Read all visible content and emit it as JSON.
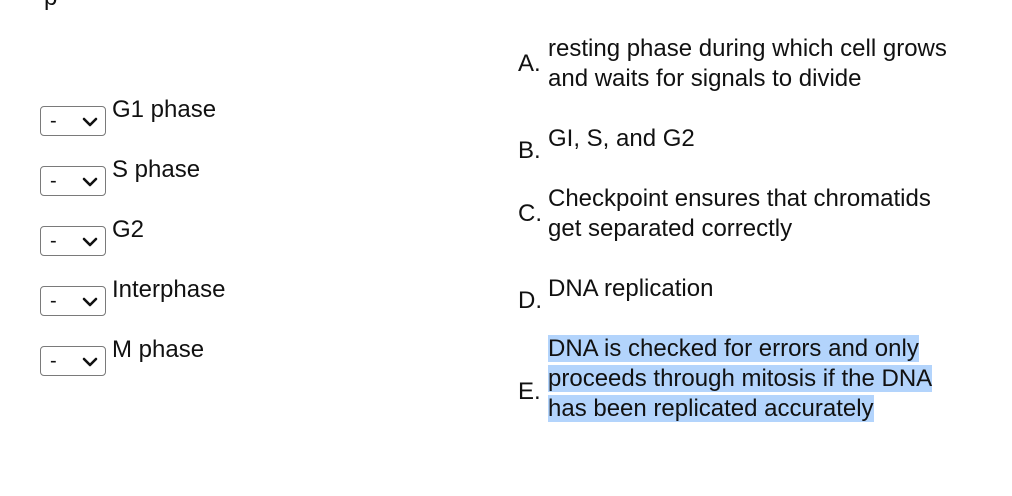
{
  "top_fragment": "p",
  "terms": [
    {
      "selected": "-",
      "label": "G1 phase"
    },
    {
      "selected": "-",
      "label": "S phase"
    },
    {
      "selected": "-",
      "label": "G2"
    },
    {
      "selected": "-",
      "label": "Interphase"
    },
    {
      "selected": "-",
      "label": "M phase"
    }
  ],
  "definitions": [
    {
      "letter": "A.",
      "lines": [
        "resting phase during which cell grows",
        "and waits for signals to divide"
      ]
    },
    {
      "letter": "B.",
      "lines": [
        "GI, S, and G2"
      ]
    },
    {
      "letter": "C.",
      "lines": [
        "Checkpoint ensures that chromatids",
        "get separated correctly"
      ]
    },
    {
      "letter": "D.",
      "lines": [
        "DNA replication"
      ]
    },
    {
      "letter": "E.",
      "lines": [
        "DNA is checked for errors  and only",
        "proceeds through mitosis if the DNA",
        "has been replicated accurately"
      ],
      "highlighted": true
    }
  ],
  "colors": {
    "selection_highlight": "#b3d4fc",
    "select_border": "#7a7a7a"
  },
  "icons": {
    "select_arrow": "chevron-down-icon"
  }
}
